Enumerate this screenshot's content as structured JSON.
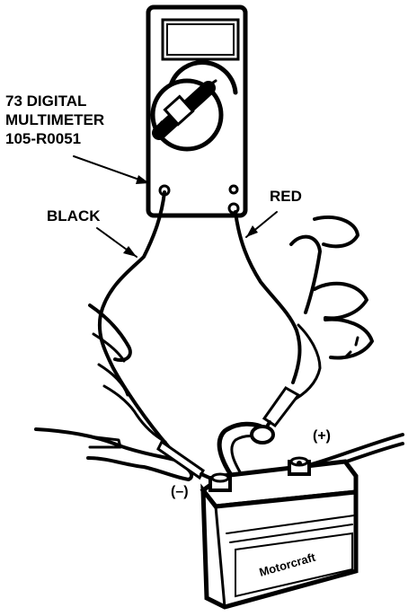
{
  "labels": {
    "meter_line1": "73 DIGITAL",
    "meter_line2": "MULTIMETER",
    "meter_line3": "105-R0051",
    "black_lead": "BLACK",
    "red_lead": "RED",
    "negative_terminal": "(–)",
    "positive_terminal": "(+)",
    "battery_brand": "Motorcraft"
  },
  "colors": {
    "ink": "#000000",
    "paper": "#ffffff"
  }
}
